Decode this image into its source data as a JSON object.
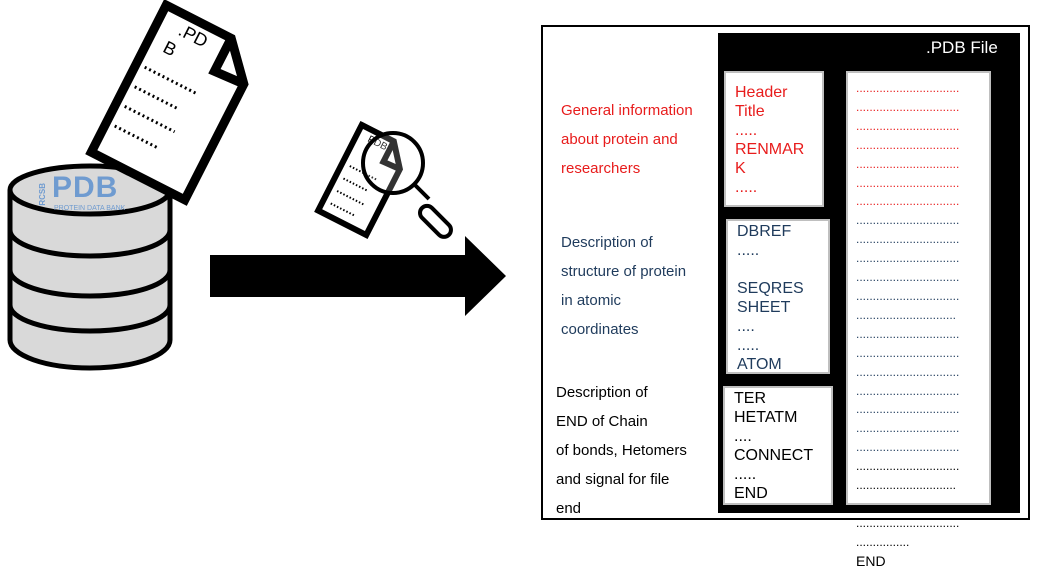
{
  "db_logo": {
    "text": "PDB",
    "side": "RCSB",
    "sub": "PROTEIN DATA BANK"
  },
  "doc_large": {
    "line1": ".PD",
    "line2": "B"
  },
  "doc_small": {
    "text": "PDB"
  },
  "panel": {
    "title": ".PDB File",
    "header_box": [
      "Header",
      "Title",
      ".....",
      "RENMAR",
      "K",
      "....."
    ],
    "structure_box": [
      "DBREF",
      ".....",
      "",
      "SEQRES",
      "SHEET",
      "....",
      ".....",
      "ATOM"
    ],
    "end_box": [
      "TER",
      "HETATM",
      "....",
      "CONNECT",
      ".....",
      "END"
    ],
    "right_dots_red": [
      "...............................",
      "...............................",
      "...............................",
      "...............................",
      "...............................",
      "...............................",
      "..............................."
    ],
    "right_dots_blue": [
      "...............................",
      "...............................",
      "...............................",
      "...............................",
      "...............................",
      "..............................",
      "...............................",
      "...............................",
      "...............................",
      "...............................",
      "...............................",
      "...............................",
      "..............................."
    ],
    "right_dots_black": [
      "...............................",
      "..............................",
      "...............................",
      "...............................",
      "................"
    ],
    "right_end": "END"
  },
  "descriptions": {
    "general": [
      "General information",
      "about  protein and",
      "researchers"
    ],
    "structure": [
      "Description of",
      "structure of protein",
      "in atomic",
      "coordinates"
    ],
    "end": [
      "Description of",
      "END of Chain",
      "of bonds, Hetomers",
      "and signal for file",
      "end"
    ]
  },
  "colors": {
    "red": "#e81c1c",
    "blue": "#1f3b5c",
    "black": "#000000",
    "db_gray": "#d9d9d9",
    "logo_blue": "#6f9bd0"
  }
}
